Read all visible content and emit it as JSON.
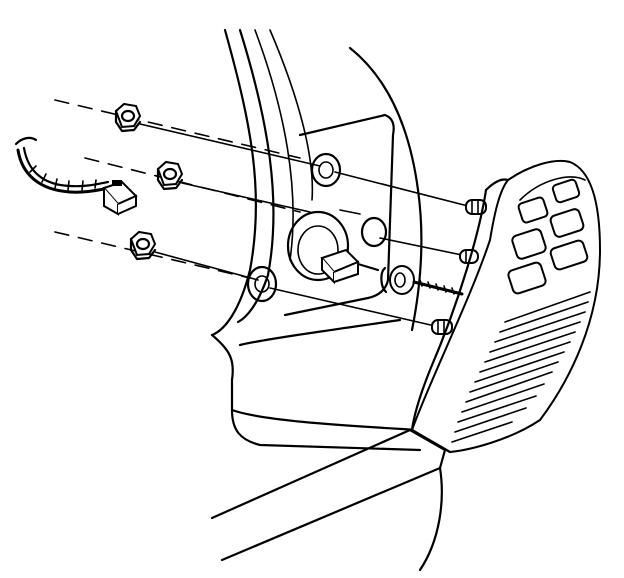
{
  "diagram": {
    "kind": "exploded-view line drawing",
    "parts": [
      {
        "id": "nut-upper",
        "icon": "hex-nut-icon"
      },
      {
        "id": "nut-middle",
        "icon": "hex-nut-icon"
      },
      {
        "id": "nut-lower",
        "icon": "hex-nut-icon"
      },
      {
        "id": "wiring-harness",
        "icon": "wire-harness-icon"
      },
      {
        "id": "harness-connector",
        "icon": "connector-icon"
      },
      {
        "id": "lamp-socket",
        "icon": "bulb-socket-icon"
      },
      {
        "id": "lamp-assembly",
        "icon": "lamp-lens-icon"
      },
      {
        "id": "mounting-studs",
        "icon": "stud-icon"
      },
      {
        "id": "body-panel",
        "icon": "panel-icon"
      }
    ],
    "line_color": "#000000",
    "background_color": "#ffffff"
  }
}
